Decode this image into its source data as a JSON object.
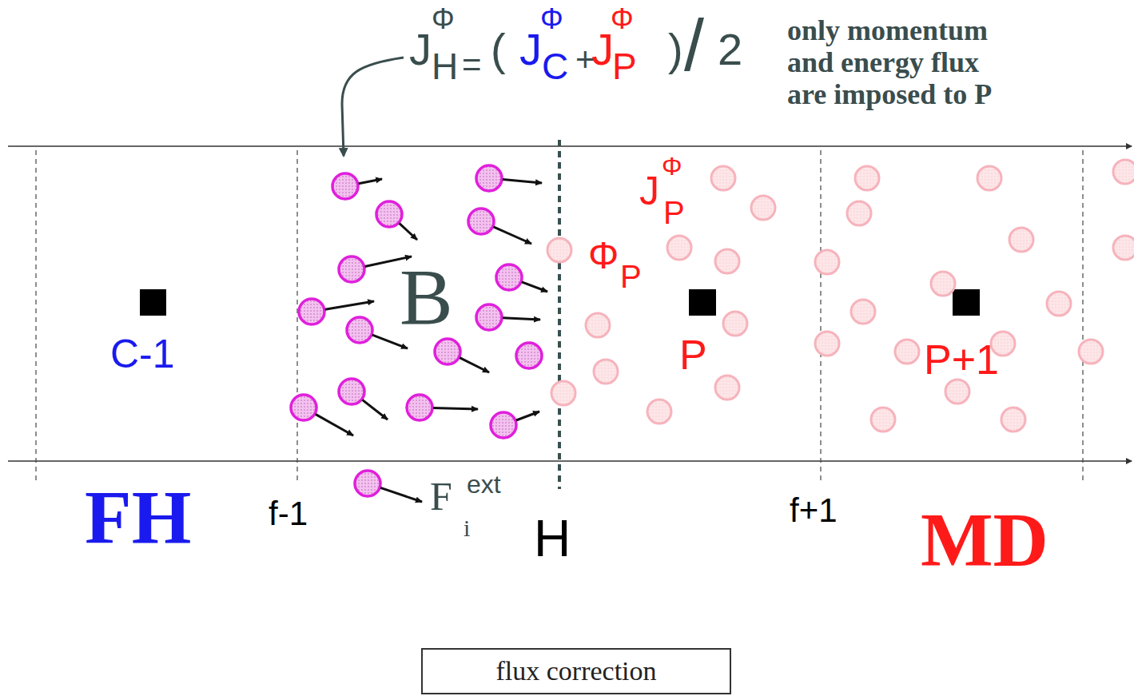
{
  "diagram": {
    "nodes": [
      {
        "text": [
          "flux correction"
        ]
      }
    ],
    "labels": [
      "J",
      "Φ",
      "H",
      "=",
      "(",
      "J",
      "Φ",
      "C",
      "+",
      "J",
      "Φ",
      "P",
      ")",
      "/",
      "2",
      "only momentum and energy flux are imposed to P",
      "J",
      "Φ",
      "P",
      "Φ",
      "P",
      "B",
      "C-1",
      "P",
      "P+1",
      "FH",
      "f-1",
      "F",
      "ext",
      "i",
      "H",
      "f+1",
      "MD"
    ]
  }
}
